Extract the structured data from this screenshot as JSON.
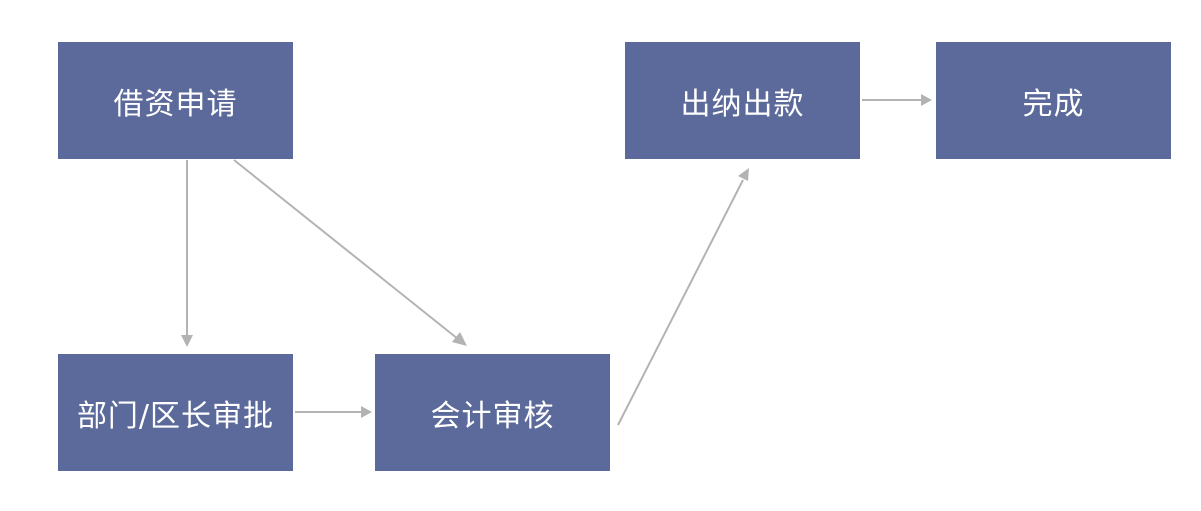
{
  "diagram": {
    "node_color": "#5b6a9a",
    "edge_color": "#b3b3b3",
    "nodes": {
      "apply": "借资申请",
      "dept": "部门/区长审批",
      "acct": "会计审核",
      "cash": "出纳出款",
      "done": "完成"
    },
    "edges": [
      {
        "from": "借资申请",
        "to": "部门/区长审批"
      },
      {
        "from": "借资申请",
        "to": "会计审核"
      },
      {
        "from": "部门/区长审批",
        "to": "会计审核"
      },
      {
        "from": "会计审核",
        "to": "出纳出款"
      },
      {
        "from": "出纳出款",
        "to": "完成"
      }
    ]
  }
}
